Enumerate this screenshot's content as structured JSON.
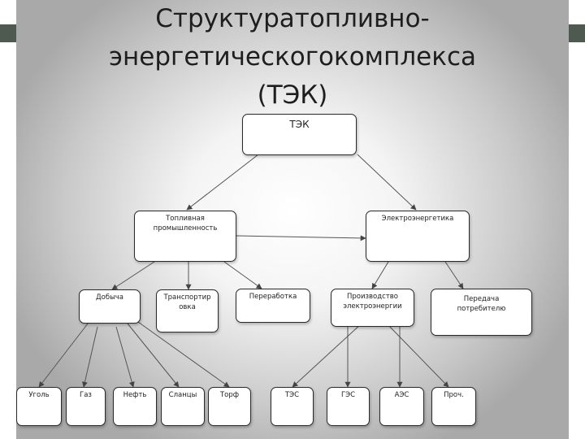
{
  "title": {
    "line1": "Структуратопливно-",
    "line2": "энергетическогокомплекса",
    "line3": "(ТЭК)"
  },
  "nodes": {
    "tek": "ТЭК",
    "fuel_industry": "Топливная промышленность",
    "power_industry": "Электроэнергетика",
    "extraction": "Добыча",
    "transport": "Транспортир овка",
    "processing": "Переработка",
    "generation": "Производство электроэнергии",
    "delivery": "Передача потребителю",
    "coal": "Уголь",
    "gas": "Газ",
    "oil": "Нефть",
    "shale": "Сланцы",
    "peat": "Торф",
    "tes": "ТЭС",
    "ges": "ГЭС",
    "aes": "АЭС",
    "other": "Проч."
  }
}
